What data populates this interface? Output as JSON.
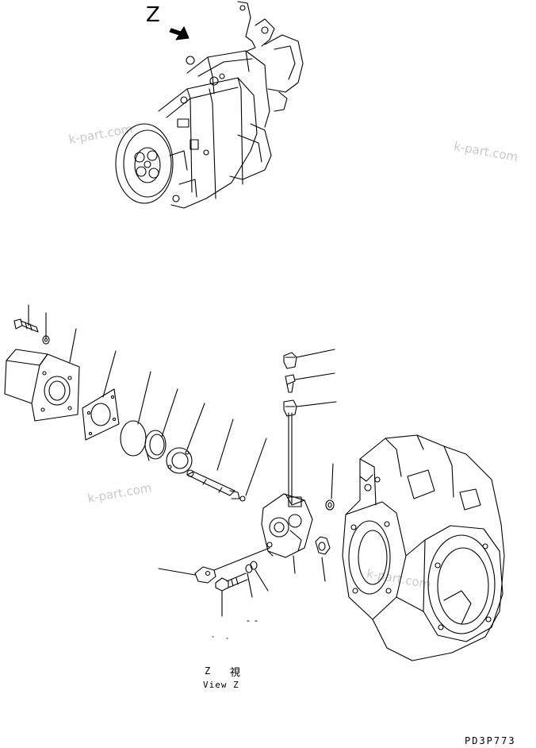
{
  "view_letter": "Z",
  "caption": {
    "line1_letter": "Z",
    "line1_kanji": "視",
    "line2": "View Z"
  },
  "drawing_code": "PD3P773",
  "watermark": "k-part.com",
  "colors": {
    "ink": "#000000",
    "watermark": "#c9c9c9",
    "paper": "#ffffff"
  }
}
